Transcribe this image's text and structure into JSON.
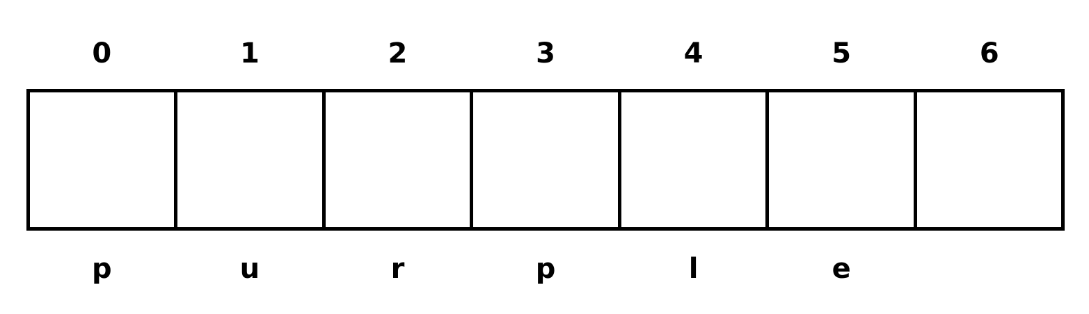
{
  "array": {
    "indices": [
      "0",
      "1",
      "2",
      "3",
      "4",
      "5",
      "6"
    ],
    "characters": [
      "p",
      "u",
      "r",
      "p",
      "l",
      "e",
      ""
    ]
  }
}
